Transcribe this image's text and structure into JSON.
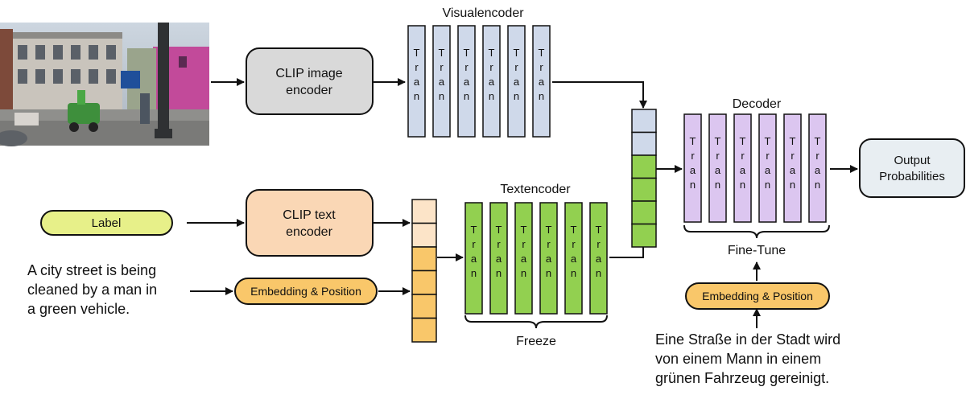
{
  "visual_encoder": {
    "title": "Visualencoder",
    "block_letters": [
      "T",
      "r",
      "a",
      "n"
    ],
    "block_count": 6,
    "color": "#cfd9ea"
  },
  "text_encoder": {
    "title": "Textencoder",
    "block_letters": [
      "T",
      "r",
      "a",
      "n"
    ],
    "block_count": 6,
    "color": "#92d050",
    "bracket_label": "Freeze"
  },
  "decoder": {
    "title": "Decoder",
    "block_letters": [
      "T",
      "r",
      "a",
      "n"
    ],
    "block_count": 6,
    "color": "#dcc6f0",
    "bracket_label": "Fine-Tune"
  },
  "clip_image": {
    "line1": "CLIP image",
    "line2": "encoder",
    "color": "#d9d9d9"
  },
  "clip_text": {
    "line1": "CLIP text",
    "line2": "encoder",
    "color": "#fad7b5"
  },
  "label_pill": {
    "text": "Label",
    "color": "#e7f089"
  },
  "embedding_left": {
    "text": "Embedding & Position",
    "color": "#f9c76a"
  },
  "embedding_right": {
    "text": "Embedding & Position",
    "color": "#f9c76a"
  },
  "output": {
    "line1": "Output",
    "line2": "Probabilities",
    "color": "#e8eef2"
  },
  "caption_en": [
    "A city street is being",
    "cleaned by a man in",
    "a green vehicle."
  ],
  "caption_de": [
    "Eine Straße in der Stadt wird",
    "von einem Mann in einem",
    "grünen Fahrzeug gereinigt."
  ],
  "photo": {
    "description_icon": "street-photo-icon"
  },
  "stacks": {
    "text_input_colors": [
      "#fce4c8",
      "#fce4c8",
      "#f9c76a",
      "#f9c76a",
      "#f9c76a",
      "#f9c76a"
    ],
    "fusion_colors": [
      "#cfd9ea",
      "#cfd9ea",
      "#92d050",
      "#92d050",
      "#92d050",
      "#92d050"
    ]
  }
}
